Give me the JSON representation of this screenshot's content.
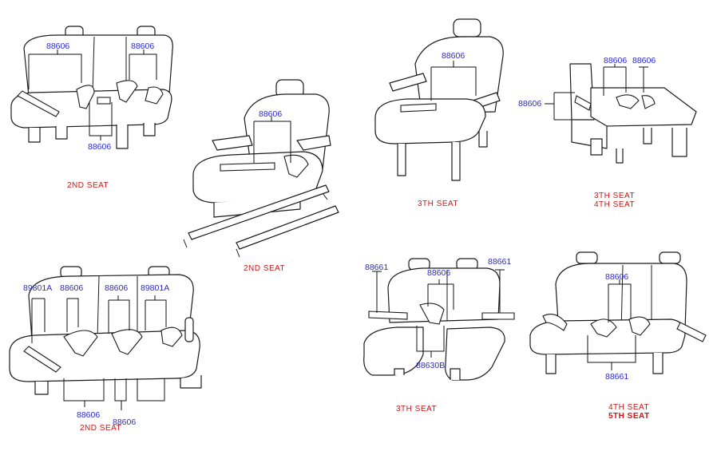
{
  "colors": {
    "part_label": "#2a2ad0",
    "caption": "#d01616",
    "line": "#1a1a1a"
  },
  "panels": {
    "p1": {
      "labels": [
        "88606",
        "88606",
        "88606"
      ],
      "caption": "2ND SEAT"
    },
    "p2": {
      "labels": [
        "88606"
      ],
      "caption": "2ND SEAT"
    },
    "p3": {
      "labels": [
        "88606"
      ],
      "caption": "3TH SEAT"
    },
    "p4": {
      "labels": [
        "88606",
        "88606",
        "88606"
      ],
      "captions": [
        "3TH SEAT",
        "4TH SEAT"
      ]
    },
    "p5": {
      "labels": [
        "89801A",
        "88606",
        "88606",
        "89801A",
        "88606",
        "88606"
      ],
      "caption": "2ND SEAT"
    },
    "p6": {
      "labels": [
        "88661",
        "88606",
        "88661",
        "88630B"
      ],
      "caption": "3TH SEAT"
    },
    "p7": {
      "labels": [
        "88606",
        "88661"
      ],
      "captions": [
        "4TH SEAT",
        "5TH SEAT"
      ]
    }
  }
}
